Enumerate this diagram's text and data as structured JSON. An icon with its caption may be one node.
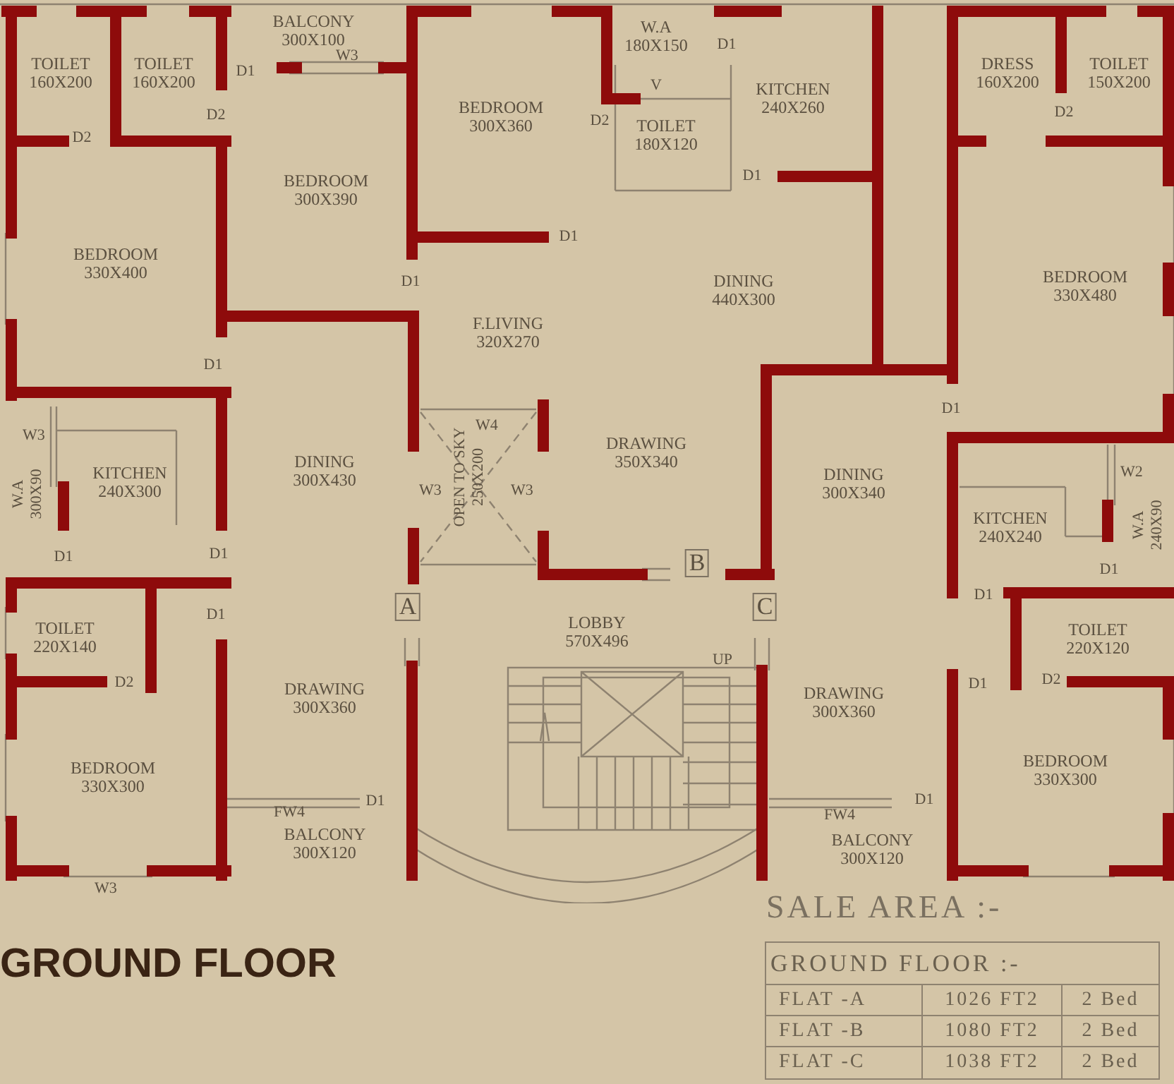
{
  "diagram": {
    "title": "GROUND FLOOR",
    "labels": [
      "BALCONY 300X100",
      "W.A 180X150",
      "D1",
      "W3",
      "TOILET 160X200",
      "TOILET 160X200",
      "D1",
      "DRESS 160X200",
      "TOILET 150X200",
      "V",
      "KITCHEN 240X260",
      "D2",
      "BEDROOM 300X360",
      "D2",
      "D2",
      "TOILET 180X120",
      "D2",
      "D1",
      "BEDROOM 300X390",
      "D1",
      "BEDROOM 330X400",
      "D1",
      "DINING 440X300",
      "BEDROOM 330X480",
      "F.LIVING 320X270",
      "D1",
      "D1",
      "W4",
      "W3",
      "DINING 300X430",
      "W2",
      "DRAWING 350X340",
      "KITCHEN 240X300",
      "DINING 300X340",
      "W3",
      "OPEN TO SKY 250X200",
      "W3",
      "W.A 300X90",
      "W.A 240X90",
      "KITCHEN 240X240",
      "D1",
      "D1",
      "B",
      "D1",
      "D1",
      "A",
      "C",
      "D1",
      "TOILET 220X140",
      "LOBBY 570X496",
      "TOILET 220X120",
      "UP",
      "D2",
      "D1",
      "D2",
      "DRAWING 300X360",
      "DRAWING 300X360",
      "BEDROOM 330X300",
      "BEDROOM 330X300",
      "D1",
      "D1",
      "FW4",
      "FW4",
      "BALCONY 300X120",
      "BALCONY 300X120",
      "W3",
      "SALE AREA :-",
      "GROUND FLOOR :-",
      "FLAT -A",
      "1026 FT2",
      "2 Bed",
      "FLAT -B",
      "1080 FT2",
      "2 Bed",
      "FLAT -C",
      "1038 FT2",
      "2 Bed"
    ]
  }
}
